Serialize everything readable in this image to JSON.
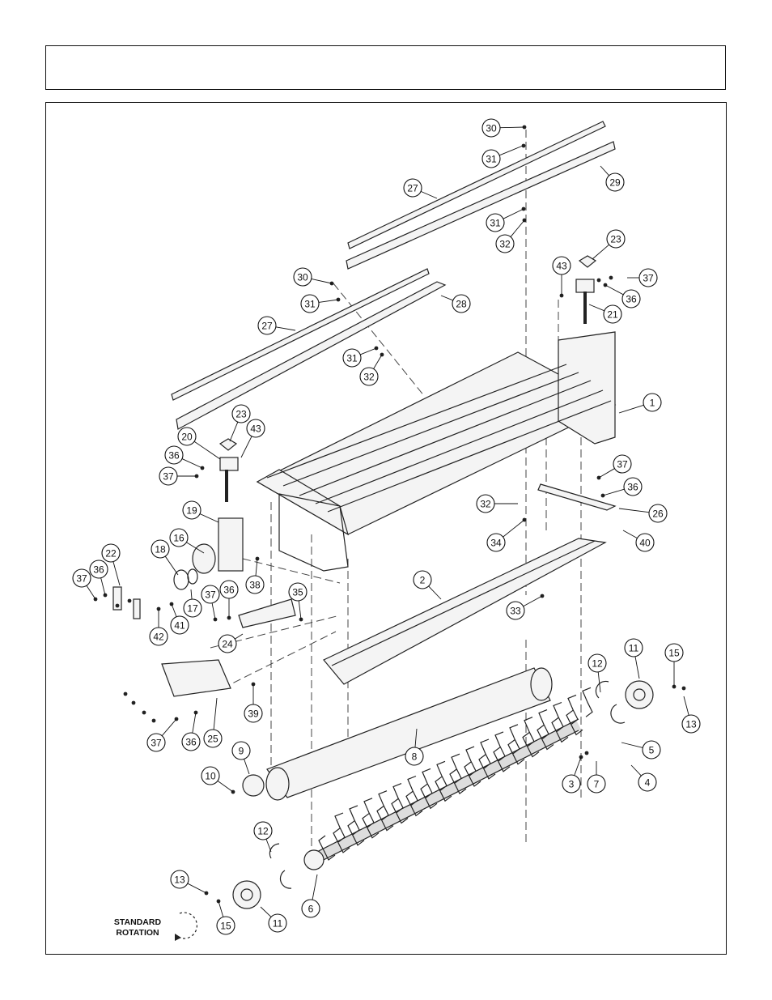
{
  "header": {
    "title": ""
  },
  "callouts": [
    {
      "id": "c30a",
      "label": "30"
    },
    {
      "id": "c31a",
      "label": "31"
    },
    {
      "id": "c29",
      "label": "29"
    },
    {
      "id": "c27a",
      "label": "27"
    },
    {
      "id": "c31b",
      "label": "31"
    },
    {
      "id": "c32a",
      "label": "32"
    },
    {
      "id": "c23a",
      "label": "23"
    },
    {
      "id": "c43a",
      "label": "43"
    },
    {
      "id": "c37a",
      "label": "37"
    },
    {
      "id": "c36a",
      "label": "36"
    },
    {
      "id": "c21",
      "label": "21"
    },
    {
      "id": "c30b",
      "label": "30"
    },
    {
      "id": "c28",
      "label": "28"
    },
    {
      "id": "c31c",
      "label": "31"
    },
    {
      "id": "c27b",
      "label": "27"
    },
    {
      "id": "c31d",
      "label": "31"
    },
    {
      "id": "c32b",
      "label": "32"
    },
    {
      "id": "c1",
      "label": "1"
    },
    {
      "id": "c23b",
      "label": "23"
    },
    {
      "id": "c43b",
      "label": "43"
    },
    {
      "id": "c20",
      "label": "20"
    },
    {
      "id": "c36b",
      "label": "36"
    },
    {
      "id": "c37b",
      "label": "37"
    },
    {
      "id": "c37c",
      "label": "37"
    },
    {
      "id": "c36c",
      "label": "36"
    },
    {
      "id": "c26",
      "label": "26"
    },
    {
      "id": "c32c",
      "label": "32"
    },
    {
      "id": "c34",
      "label": "34"
    },
    {
      "id": "c40",
      "label": "40"
    },
    {
      "id": "c19",
      "label": "19"
    },
    {
      "id": "c16",
      "label": "16"
    },
    {
      "id": "c18",
      "label": "18"
    },
    {
      "id": "c22",
      "label": "22"
    },
    {
      "id": "c37d",
      "label": "37"
    },
    {
      "id": "c36d",
      "label": "36"
    },
    {
      "id": "c38",
      "label": "38"
    },
    {
      "id": "c17",
      "label": "17"
    },
    {
      "id": "c41",
      "label": "41"
    },
    {
      "id": "c42",
      "label": "42"
    },
    {
      "id": "c37e",
      "label": "37"
    },
    {
      "id": "c36e",
      "label": "36"
    },
    {
      "id": "c35",
      "label": "35"
    },
    {
      "id": "c2",
      "label": "2"
    },
    {
      "id": "c33",
      "label": "33"
    },
    {
      "id": "c24",
      "label": "24"
    },
    {
      "id": "c11a",
      "label": "11"
    },
    {
      "id": "c15a",
      "label": "15"
    },
    {
      "id": "c12a",
      "label": "12"
    },
    {
      "id": "c13a",
      "label": "13"
    },
    {
      "id": "c39",
      "label": "39"
    },
    {
      "id": "c37f",
      "label": "37"
    },
    {
      "id": "c36f",
      "label": "36"
    },
    {
      "id": "c25",
      "label": "25"
    },
    {
      "id": "c5",
      "label": "5"
    },
    {
      "id": "c8",
      "label": "8"
    },
    {
      "id": "c9",
      "label": "9"
    },
    {
      "id": "c10",
      "label": "10"
    },
    {
      "id": "c3",
      "label": "3"
    },
    {
      "id": "c7",
      "label": "7"
    },
    {
      "id": "c4",
      "label": "4"
    },
    {
      "id": "c12b",
      "label": "12"
    },
    {
      "id": "c13b",
      "label": "13"
    },
    {
      "id": "c6",
      "label": "6"
    },
    {
      "id": "c15b",
      "label": "15"
    },
    {
      "id": "c11b",
      "label": "11"
    }
  ],
  "rotation_label": {
    "line1": "STANDARD",
    "line2": "ROTATION"
  }
}
